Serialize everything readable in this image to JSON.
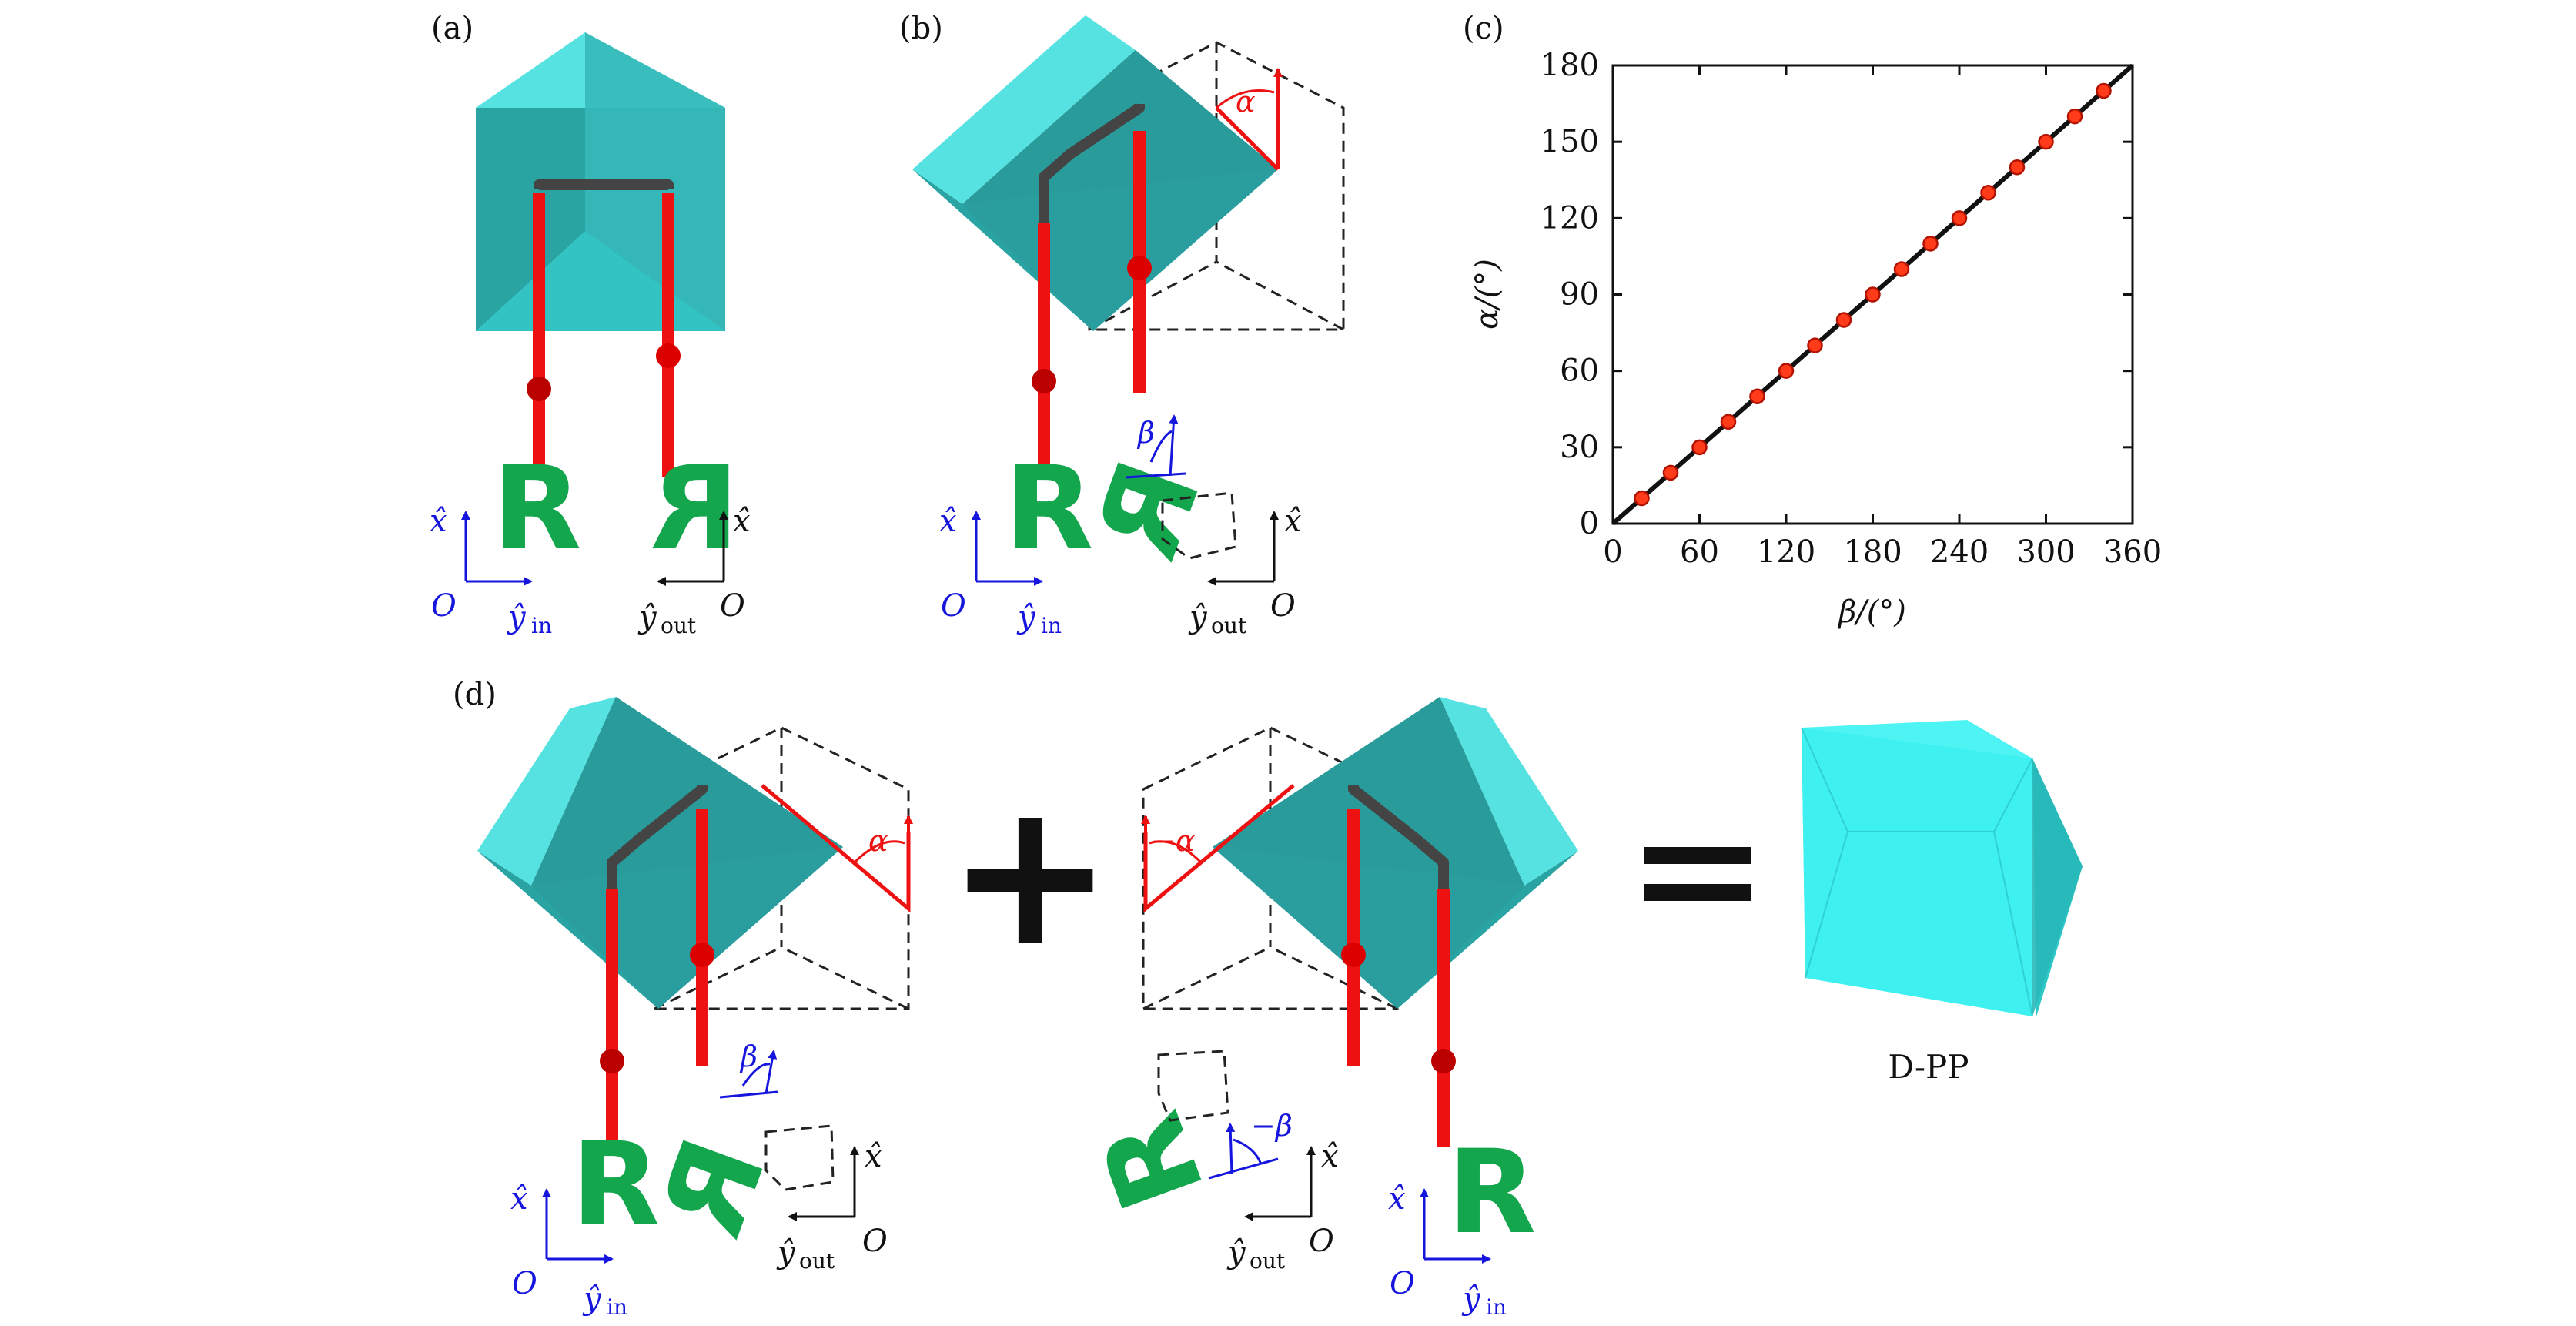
{
  "panels": {
    "a": {
      "label": "(a)"
    },
    "b": {
      "label": "(b)"
    },
    "c": {
      "label": "(c)"
    },
    "d": {
      "label": "(d)"
    }
  },
  "symbols": {
    "x_hat": "x̂",
    "y_in": "ŷ",
    "y_in_sub": "in",
    "y_out": "ŷ",
    "y_out_sub": "out",
    "origin": "O",
    "letter": "R",
    "alpha": "α",
    "beta": "β",
    "neg_alpha": "−α",
    "neg_beta": "−β",
    "plus": "+",
    "equals": "="
  },
  "dpp_label": "D-PP",
  "colors": {
    "prism_face_front": "#2aa3a3",
    "prism_face_light": "#3dd6d6",
    "prism_face_top": "#4ee0e0",
    "waveguide": "#ee1111",
    "waveguide_dark": "#444444",
    "letter_green": "#13a64c",
    "input_axes": "#1515dd",
    "output_axes": "#111111",
    "angle_red": "#ee1111",
    "angle_blue": "#1515dd",
    "dpp_cyan": "#3ff0f0"
  },
  "chart_data": {
    "type": "scatter",
    "xlabel": "β/(°)",
    "ylabel": "α/(°)",
    "xlim": [
      0,
      360
    ],
    "ylim": [
      0,
      180
    ],
    "xticks": [
      "0",
      "60",
      "120",
      "180",
      "240",
      "300",
      "360"
    ],
    "yticks": [
      "0",
      "30",
      "60",
      "90",
      "120",
      "150",
      "180"
    ],
    "series": [
      {
        "type": "line",
        "x": [
          0,
          360
        ],
        "y": [
          0,
          180
        ]
      },
      {
        "type": "scatter",
        "x": [
          20,
          40,
          60,
          80,
          100,
          120,
          140,
          160,
          180,
          200,
          220,
          240,
          260,
          280,
          300,
          320,
          340
        ],
        "y": [
          10,
          20,
          30,
          40,
          50,
          60,
          70,
          80,
          90,
          100,
          110,
          120,
          130,
          140,
          150,
          160,
          170
        ]
      }
    ]
  }
}
